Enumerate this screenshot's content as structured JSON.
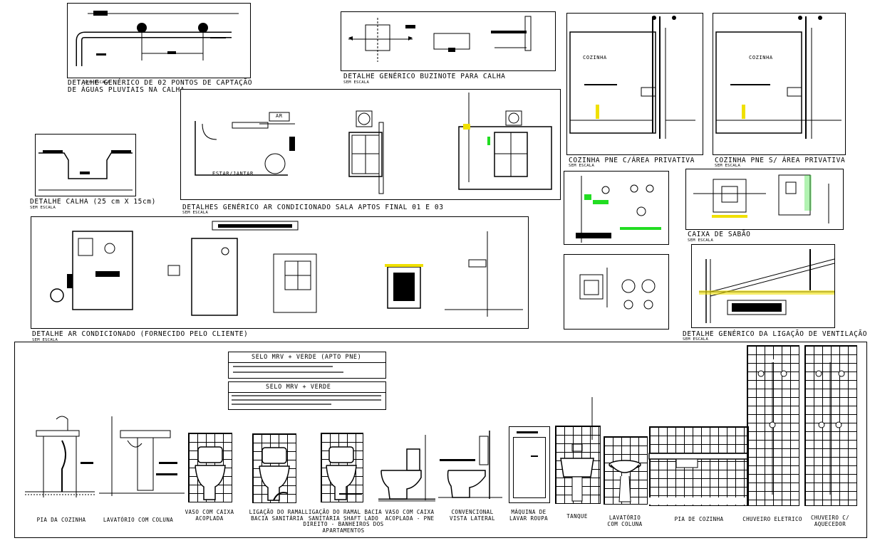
{
  "drawing": {
    "scale_label": "SEM ESCALA",
    "details": [
      {
        "id": "calha-pontos",
        "title": "DETALHE GENÉRICO DE 02 PONTOS DE CAPTAÇÃO",
        "title2": "DE ÁGUAS PLUVIAIS NA CALHA"
      },
      {
        "id": "buzinote",
        "title": "DETALHE GENÉRICO BUZINOTE PARA CALHA"
      },
      {
        "id": "cozinha-pne-c",
        "title": "COZINHA PNE C/ÁREA PRIVATIVA",
        "room": "COZINHA"
      },
      {
        "id": "cozinha-pne-s",
        "title": "COZINHA PNE S/ ÁREA PRIVATIVA",
        "room": "COZINHA"
      },
      {
        "id": "calha",
        "title": "DETALHE CALHA (25 cm X 15cm)"
      },
      {
        "id": "ar-sala",
        "title": "DETALHES GENÉRICO AR CONDICIONADO  SALA  APTOS FINAL 01 E 03",
        "room": "ESTAR/JANTAR",
        "tag": "AR"
      },
      {
        "id": "caixa-sabao",
        "title": "CAIXA DE SABÃO"
      },
      {
        "id": "ar-cliente",
        "title": "DETALHE AR CONDICIONADO (FORNECIDO PELO CLIENTE)"
      },
      {
        "id": "ventilacao",
        "title": "DETALHE GENÉRICO DA LIGAÇÃO DE VENTILAÇÃO"
      }
    ],
    "selo_pne": "SELO MRV + VERDE (APTO PNE)",
    "selo": "SELO MRV + VERDE",
    "fixtures": [
      {
        "label": "PIA DA COZINHA"
      },
      {
        "label": "LAVATÓRIO COM COLUNA"
      },
      {
        "label": "VASO COM CAIXA\nACOPLADA"
      },
      {
        "label": "LIGAÇÃO DO RAMAL\nBACIA SANITÁRIA"
      },
      {
        "label": "LIGAÇÃO DO RAMAL BACIA\nSANITÁRIA SHAFT LADO\nDIREITO - BANHEIROS DOS\nAPARTAMENTOS"
      },
      {
        "label": "VASO COM CAIXA\nACOPLADA - PNE"
      },
      {
        "label": "CONVENCIONAL\nVISTA LATERAL"
      },
      {
        "label": "MÁQUINA DE\nLAVAR ROUPA"
      },
      {
        "label": "TANQUE"
      },
      {
        "label": "LAVATÓRIO\nCOM COLUNA"
      },
      {
        "label": "PIA DE COZINHA"
      },
      {
        "label": "CHUVEIRO ELETRICO"
      },
      {
        "label": "CHUVEIRO C/\nAQUECEDOR"
      }
    ]
  },
  "colors": {
    "line": "#000000",
    "accent_green": "#22dd22",
    "accent_yellow": "#f0e000",
    "background": "#ffffff"
  }
}
